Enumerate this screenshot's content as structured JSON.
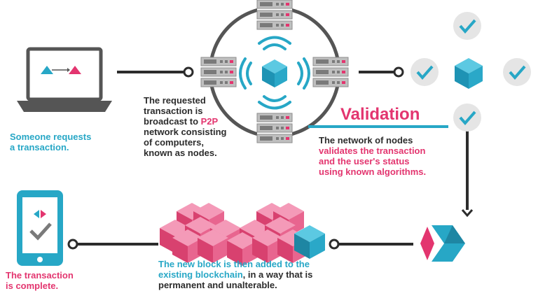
{
  "step1": {
    "caption_line1": "Someone requests",
    "caption_line2": "a transaction."
  },
  "step2": {
    "line1": "The requested",
    "line2": "transaction is",
    "line3a": "broadcast to ",
    "line3b": "P2P",
    "line4": "network consisting",
    "line5": "of computers,",
    "line6": "known as nodes."
  },
  "step3": {
    "title": "Validation",
    "line1": "The network of nodes",
    "line2": "validates the transaction",
    "line3": "and the user's status",
    "line4": "using known algorithms."
  },
  "step4": {
    "line1": "The new block is then added to the",
    "line2a": "existing blockchain",
    "line2b": ", in a way that is",
    "line3": "permanent and unalterable."
  },
  "step5": {
    "caption_line1": "The transaction",
    "caption_line2": "is complete."
  },
  "colors": {
    "blue": "#27a7c6",
    "pink": "#e3356f",
    "dark": "#2c2c2c",
    "gray": "#555555"
  }
}
